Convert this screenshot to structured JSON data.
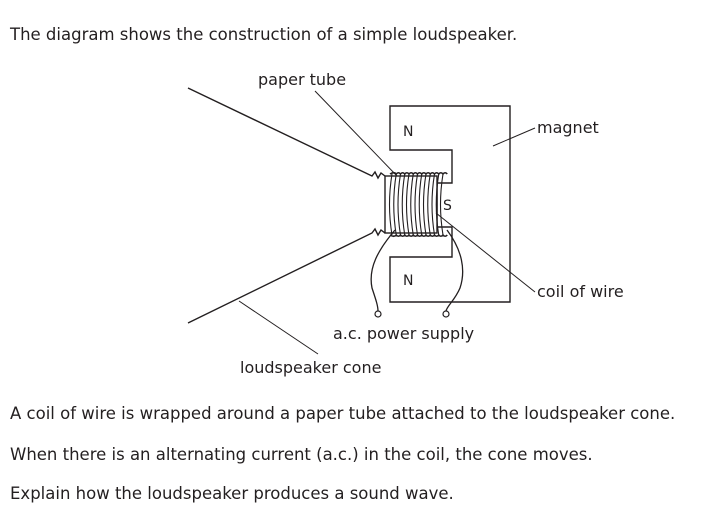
{
  "intro": "The diagram shows the construction of a simple loudspeaker.",
  "labels": {
    "paper_tube": "paper tube",
    "magnet": "magnet",
    "coil_of_wire": "coil of wire",
    "ac_power_supply": "a.c. power supply",
    "loudspeaker_cone": "loudspeaker cone",
    "pole_top": "N",
    "pole_middle": "S",
    "pole_bottom": "N"
  },
  "paragraphs": [
    "A coil of wire is wrapped around a paper tube attached to the loudspeaker cone.",
    "When there is an alternating current (a.c.) in the coil, the cone moves.",
    "Explain how the loudspeaker produces a sound wave."
  ],
  "colors": {
    "ink": "#231f20",
    "background": "#ffffff"
  }
}
